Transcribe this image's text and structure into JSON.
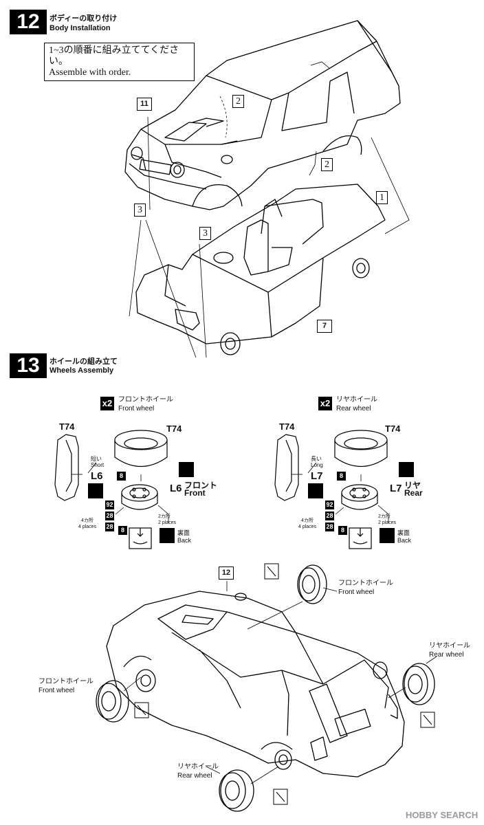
{
  "step12": {
    "number": "12",
    "title_jp": "ボディーの取り付け",
    "title_en": "Body Installation",
    "note_line1": "1~3の順番に組み立ててください。",
    "note_line2": "Assemble with order.",
    "part_body": "11",
    "part_chassis": "7",
    "seq1": "1",
    "seq2a": "2",
    "seq2b": "2",
    "seq3a": "3",
    "seq3b": "3"
  },
  "step13": {
    "number": "13",
    "title_jp": "ホイールの組み立て",
    "title_en": "Wheels Assembly",
    "part_body": "12",
    "front": {
      "multiplier": "x2",
      "label_jp": "フロントホイール",
      "label_en": "Front wheel",
      "tire_left": "T74",
      "tire_right": "T74",
      "length_jp": "短い",
      "length_en": "Short",
      "shaft_left": "L6",
      "shaft_right": "L6",
      "side_jp": "フロント",
      "side_en": "Front",
      "tag_top": "8",
      "tag_92": "",
      "tag_28a": "28",
      "tag_28b": "28",
      "tag_8b": "8",
      "places_jp": "2カ所",
      "places_en": "2 places",
      "four_jp": "4カ所",
      "four_en": "4 places",
      "back_jp": "裏面",
      "back_en": "Back"
    },
    "rear": {
      "multiplier": "x2",
      "label_jp": "リヤホイール",
      "label_en": "Rear wheel",
      "tire_left": "T74",
      "tire_right": "T74",
      "length_jp": "長い",
      "length_en": "Long",
      "shaft_left": "L7",
      "shaft_right": "L7",
      "side_jp": "リヤ",
      "side_en": "Rear",
      "tag_top": "8",
      "tag_92": "92",
      "tag_28a": "28",
      "tag_28b": "28",
      "tag_8b": "8",
      "places_jp": "2カ所",
      "places_en": "2 places",
      "four_jp": "4カ所",
      "four_en": "4 places",
      "back_jp": "裏面",
      "back_en": "Back"
    },
    "front_92": "92",
    "callouts": {
      "front_right_jp": "フロントホイール",
      "front_right_en": "Front wheel",
      "rear_right_jp": "リヤホイール",
      "rear_right_en": "Rear wheel",
      "front_left_jp": "フロントホイール",
      "front_left_en": "Front wheel",
      "rear_bottom_jp": "リヤホイール",
      "rear_bottom_en": "Rear wheel"
    }
  },
  "watermark": "HOBBY SEARCH"
}
